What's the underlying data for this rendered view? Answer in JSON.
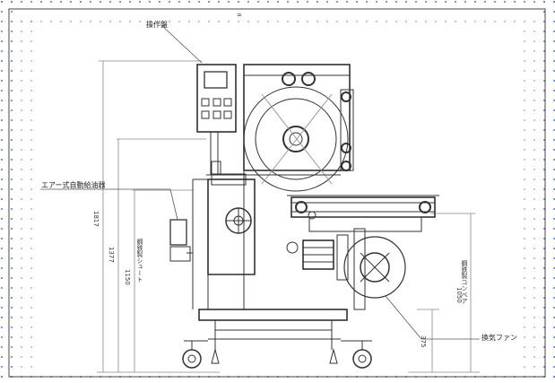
{
  "labels": {
    "control_panel": "操作盤",
    "air_oiler": "エアー式自動給油器",
    "exhaust_fan": "換気ファン",
    "top_mark": "="
  },
  "dimensions": {
    "overall_height": "1817",
    "body_height": "1377",
    "hopper_height": "1150",
    "conveyor_height": "1050",
    "base_height": "375"
  },
  "side_labels": {
    "left_vertical": "鋼鉄製シュート",
    "right_vertical": "鋼鉄製コンベア"
  }
}
